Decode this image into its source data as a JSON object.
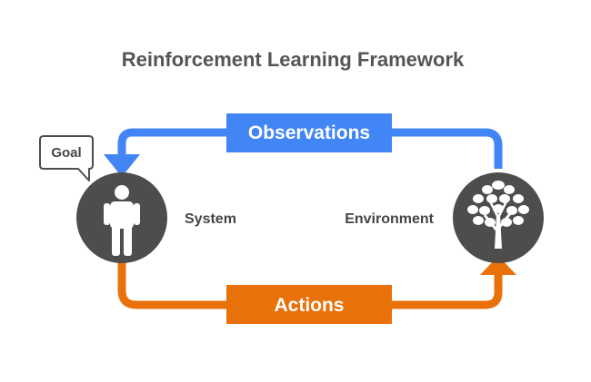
{
  "title": "Reinforcement Learning Framework",
  "observations_label": "Observations",
  "actions_label": "Actions",
  "system_label": "System",
  "environment_label": "Environment",
  "goal_label": "Goal",
  "icons": {
    "system": "person-icon",
    "environment": "tree-icon"
  },
  "colors": {
    "title": "#555555",
    "observations": "#4285f4",
    "actions": "#e8710a",
    "node": "#4d4d4d",
    "label": "#454545",
    "goal_border": "#4d4d4d"
  }
}
